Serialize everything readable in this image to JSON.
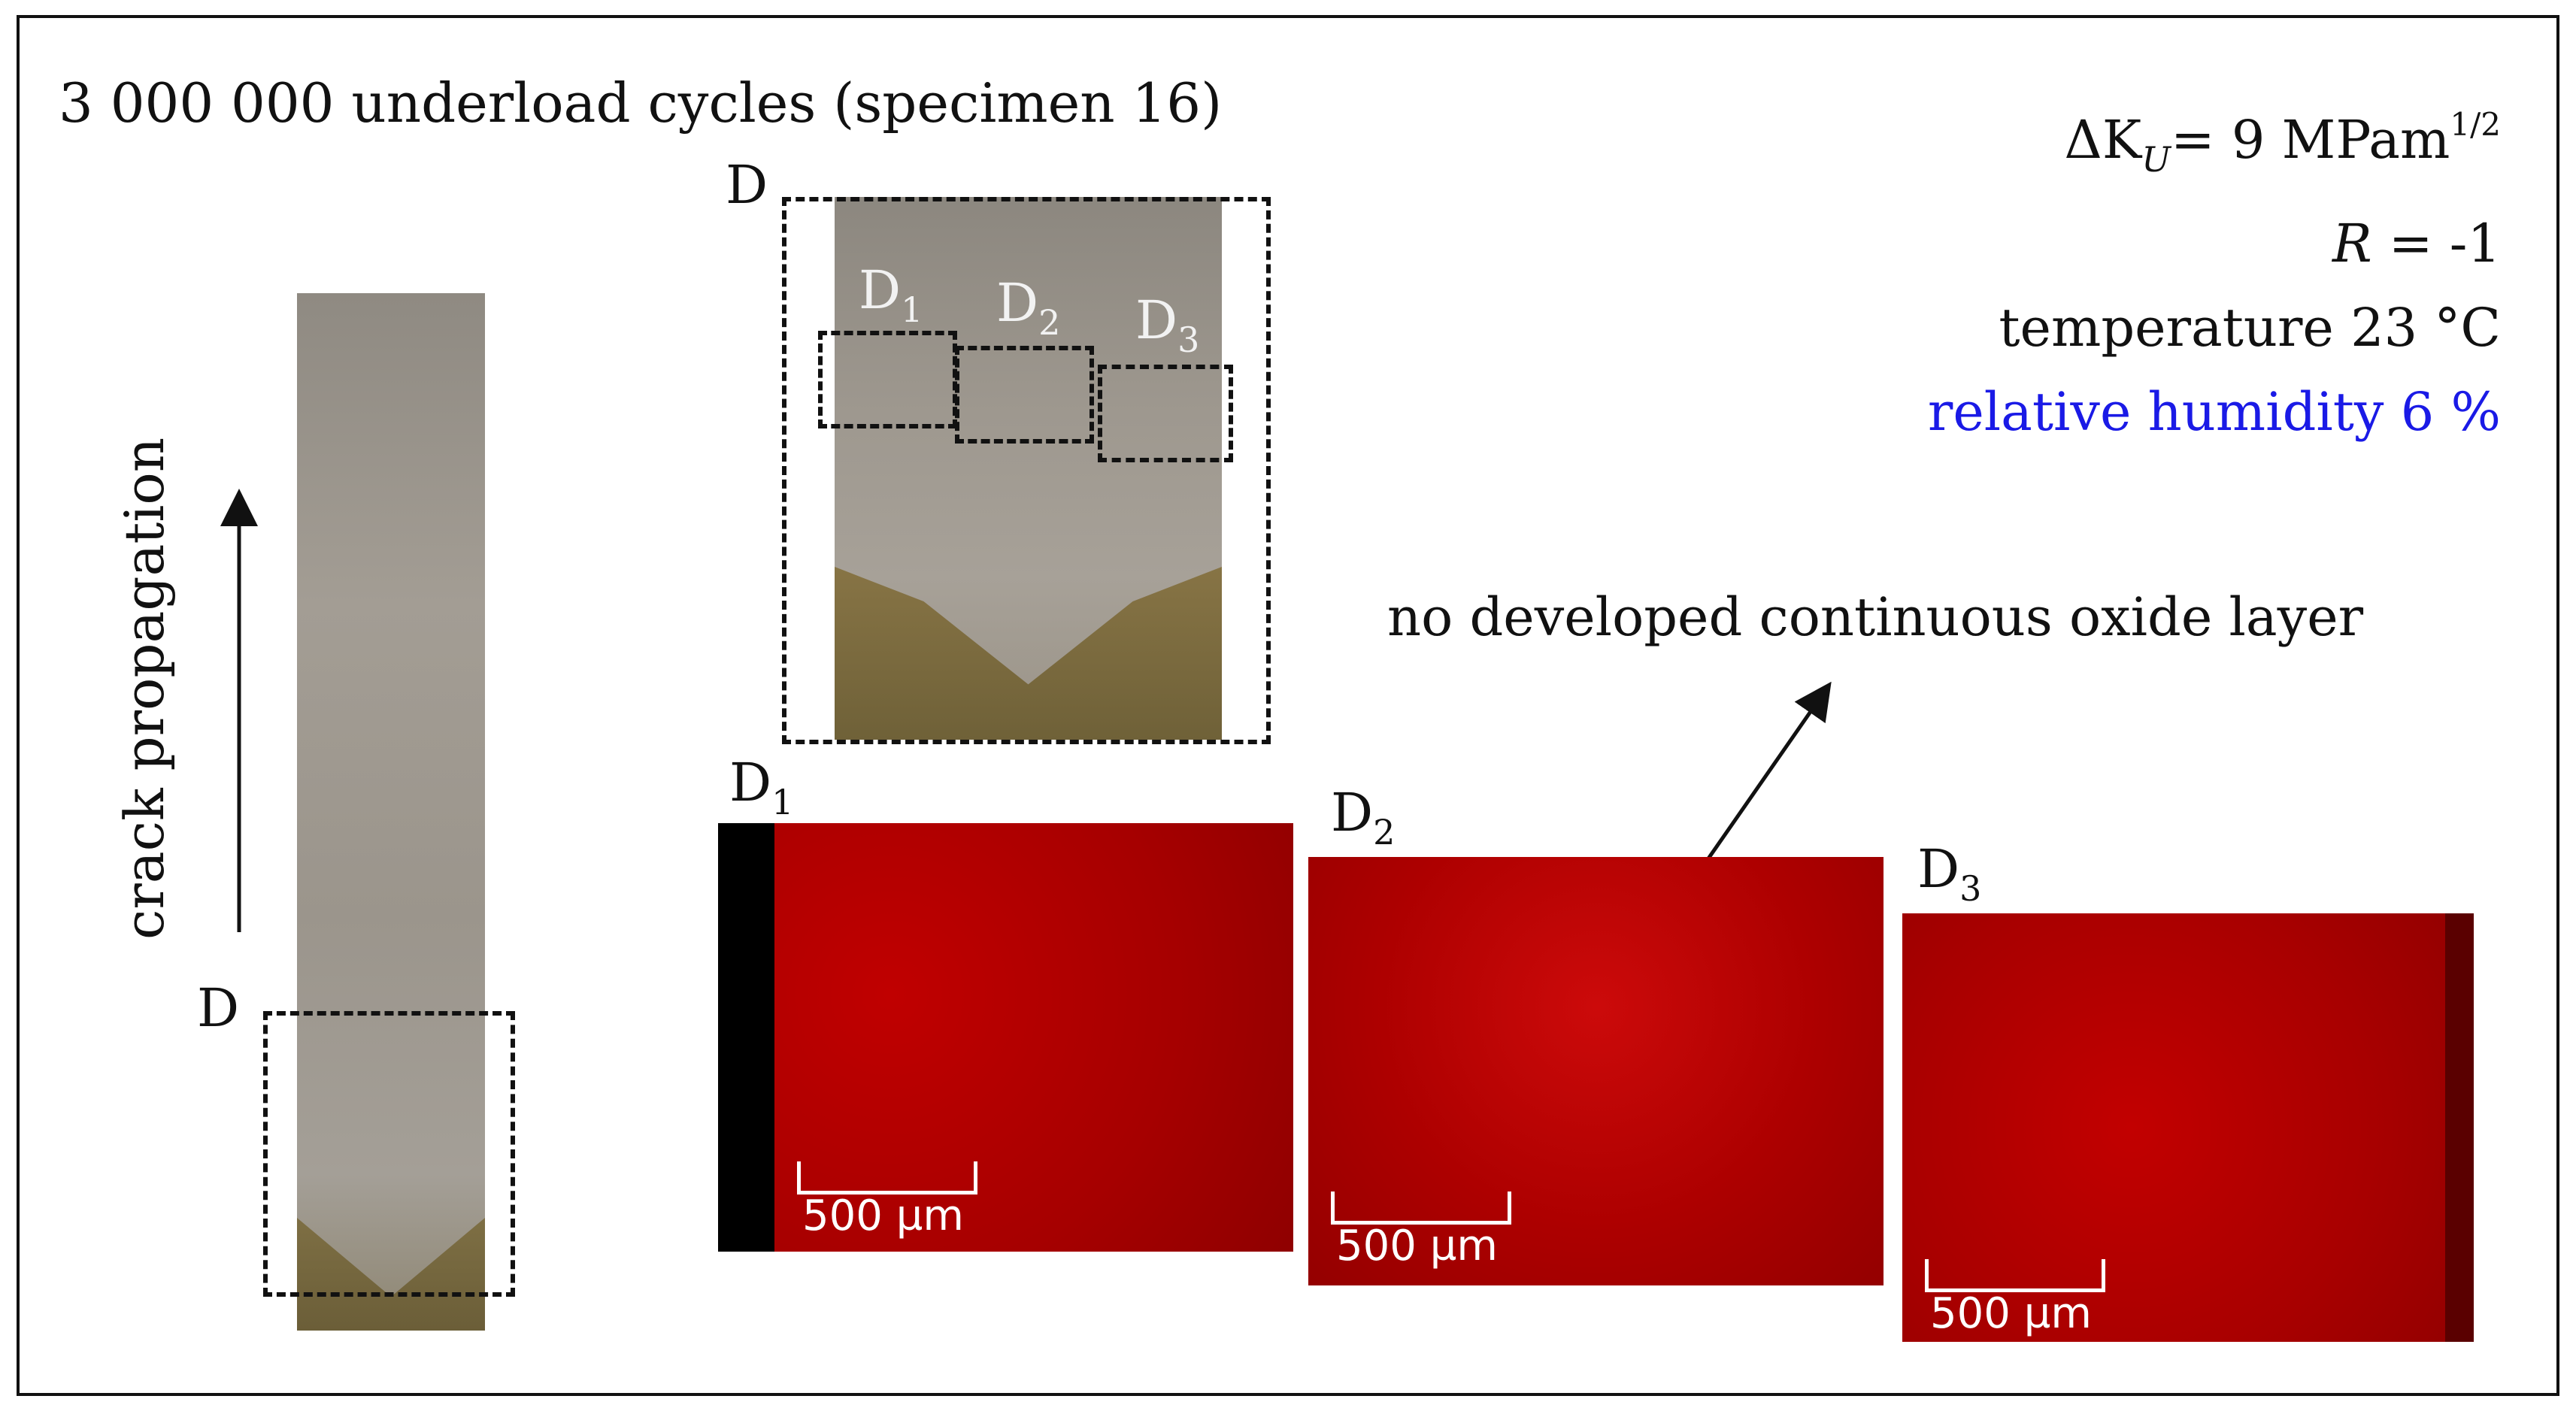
{
  "figure": {
    "title": "3 000 000 underload cycles (specimen 16)",
    "params": {
      "delta_k_symbol": "ΔK",
      "delta_k_sub": "U",
      "delta_k_value": "= 9 MPam",
      "delta_k_sup": "1/2",
      "r_symbol": "R",
      "r_value": " = -1",
      "temperature": "temperature 23 °C",
      "humidity": "relative humidity 6 %"
    },
    "crack_label": "crack propagation",
    "region_label": "D",
    "sub_labels": [
      {
        "letter": "D",
        "sub": "1"
      },
      {
        "letter": "D",
        "sub": "2"
      },
      {
        "letter": "D",
        "sub": "3"
      }
    ],
    "annotation": "no developed continuous oxide layer",
    "scale_bar_text": "500 µm",
    "colors": {
      "frame": "#111111",
      "humidity_text": "#1a1ae6",
      "map_red": "#b50000",
      "fracture_gray": "#9c958a",
      "notch_olive": "#7a6a3a"
    }
  }
}
